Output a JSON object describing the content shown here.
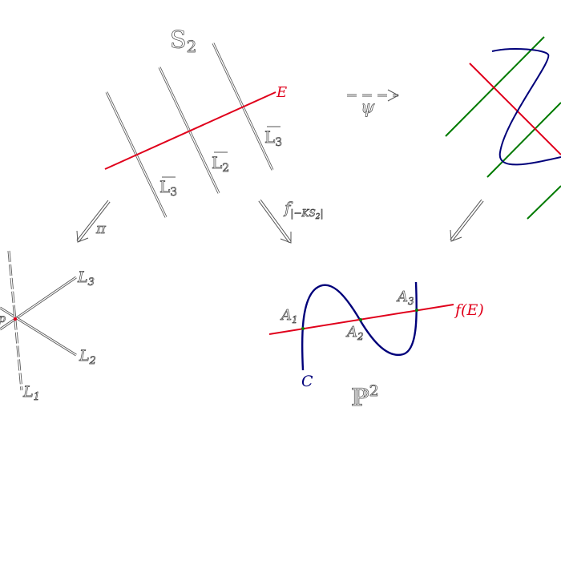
{
  "labels": {
    "surface": "S",
    "surface_sub": "2",
    "exceptional": "E",
    "line3a": "L",
    "line3a_sub": "3",
    "line2": "L",
    "line2_sub": "2",
    "line3b": "L",
    "line3b_sub": "3",
    "psi": "ψ",
    "pi": "π",
    "f": "f",
    "f_sub": "|−K",
    "f_sub2": "S",
    "f_sub3": "2",
    "f_sub4": "|",
    "star_L3": "L",
    "star_L3_sub": "3",
    "star_L2": "L",
    "star_L2_sub": "2",
    "star_L1": "L",
    "star_L1_sub": "1",
    "star_p": "p",
    "A1": "A",
    "A1_sub": "1",
    "A2": "A",
    "A2_sub": "2",
    "A3": "A",
    "A3_sub": "3",
    "fE": "f(E)",
    "curve": "C",
    "plane": "ℙ",
    "plane_sup": "2"
  },
  "colors": {
    "red": "#e0001b",
    "blue": "#00007a",
    "green": "#007a00",
    "dark": "#222222"
  }
}
